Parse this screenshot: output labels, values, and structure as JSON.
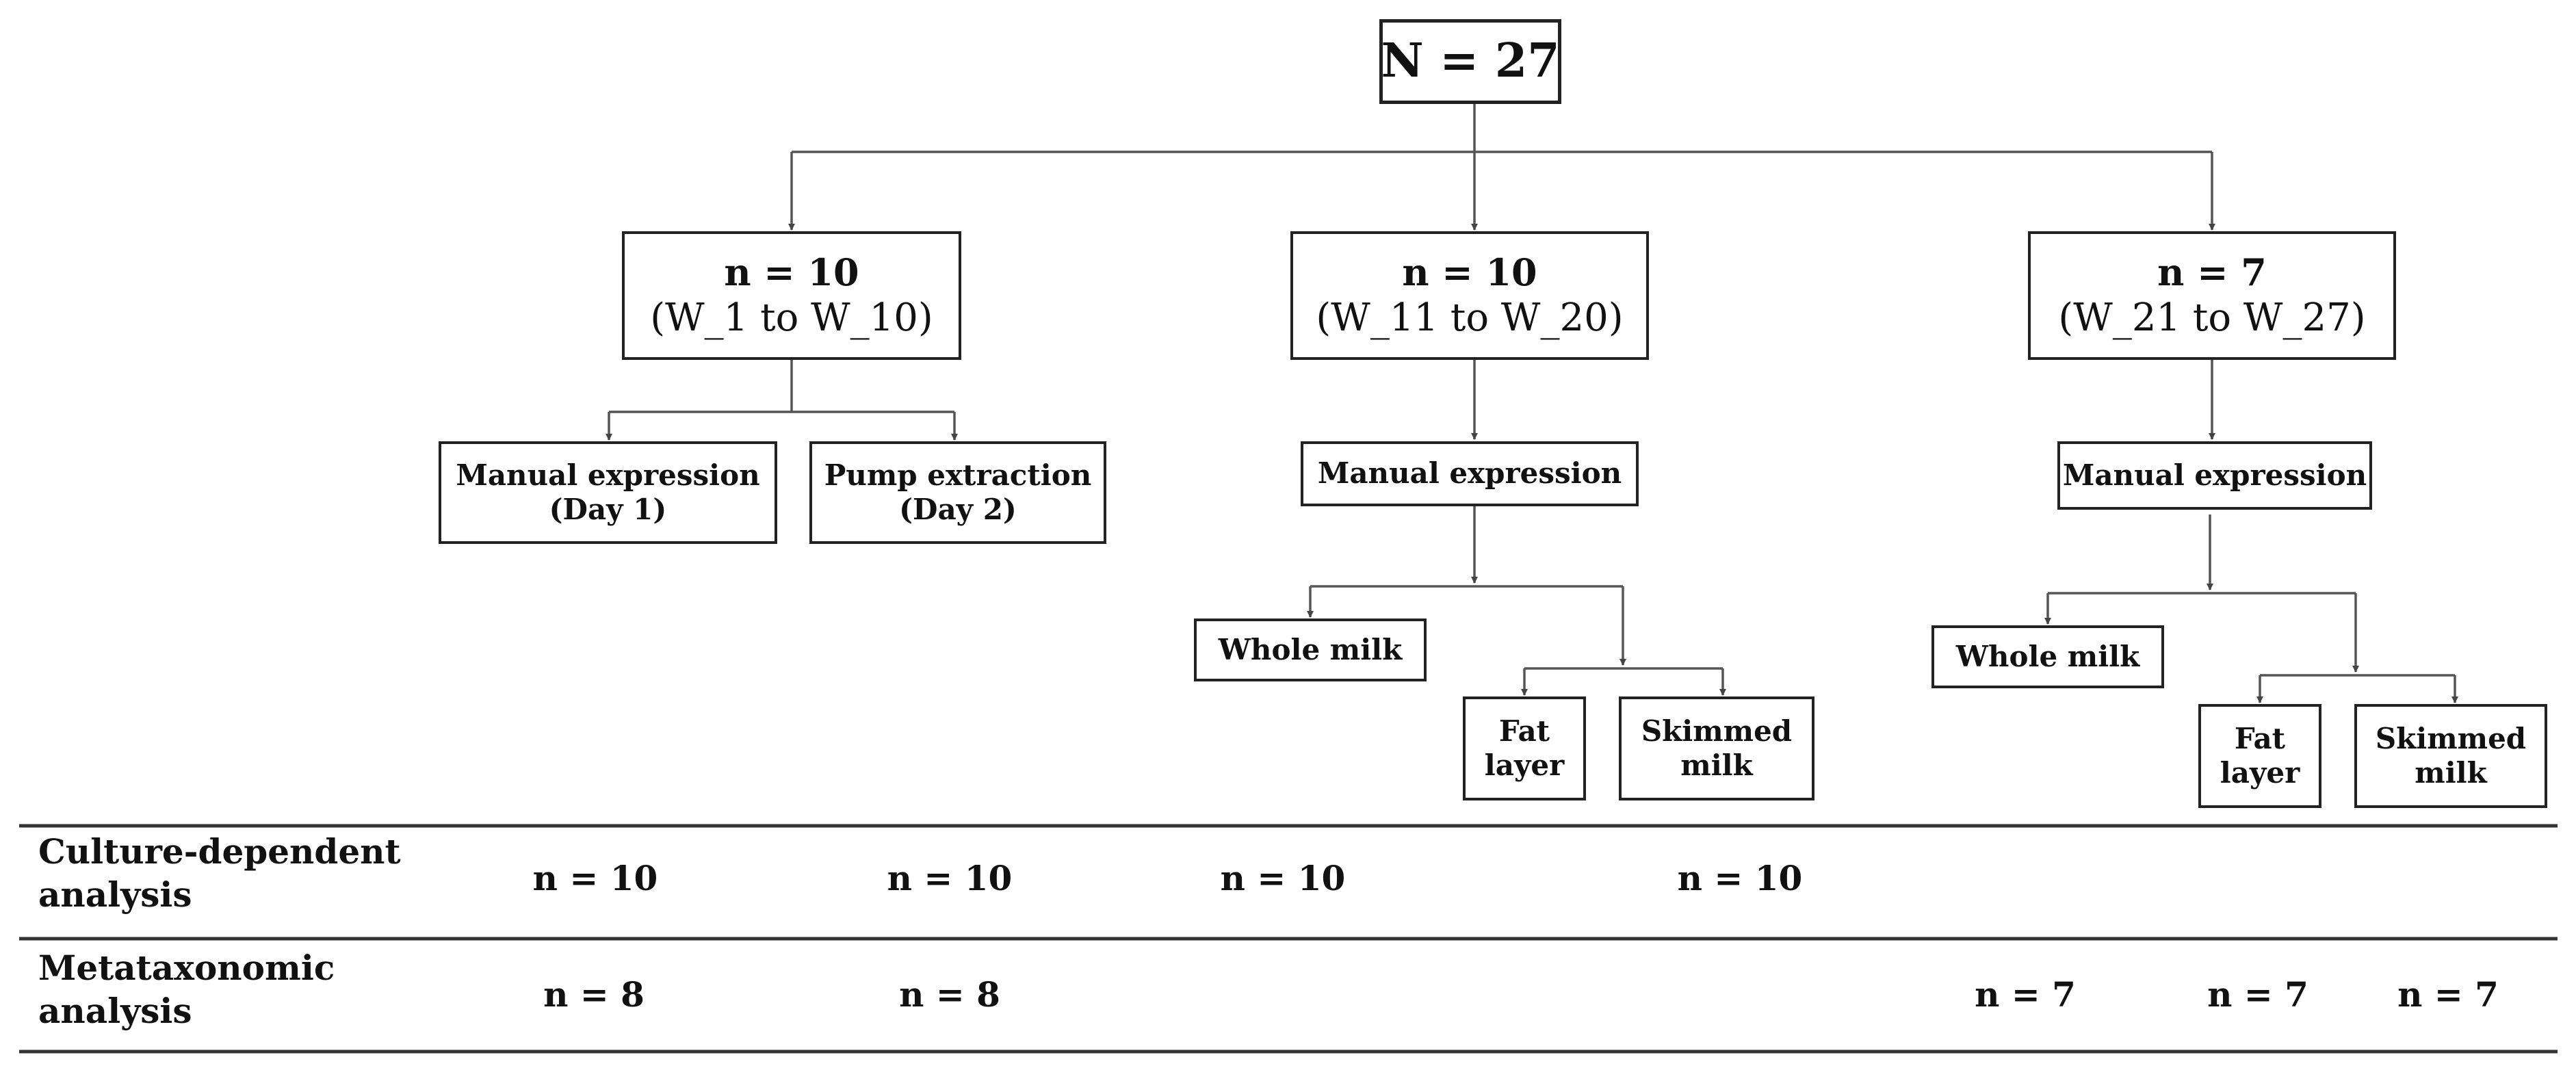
{
  "diagram": {
    "root": "N = 27",
    "groups": [
      {
        "count": "n = 10",
        "range": "(W_1 to W_10)"
      },
      {
        "count": "n = 10",
        "range": "(W_11 to W_20)"
      },
      {
        "count": "n = 7",
        "range": "(W_21 to W_27)"
      }
    ],
    "group1_children": [
      {
        "line1": "Manual expression",
        "line2": "(Day 1)"
      },
      {
        "line1": "Pump extraction",
        "line2": "(Day 2)"
      }
    ],
    "group2": {
      "method": "Manual expression",
      "whole_milk": "Whole milk",
      "fat_layer": [
        "Fat",
        "layer"
      ],
      "skimmed_milk": [
        "Skimmed",
        "milk"
      ]
    },
    "group3": {
      "method": "Manual expression",
      "whole_milk": "Whole milk",
      "fat_layer": [
        "Fat",
        "layer"
      ],
      "skimmed_milk": [
        "Skimmed",
        "milk"
      ]
    }
  },
  "table": {
    "rows": [
      {
        "label": [
          "Culture-dependent",
          "analysis"
        ],
        "values": [
          "n = 10",
          "n = 10",
          "n = 10",
          "n = 10"
        ]
      },
      {
        "label": [
          "Metataxonomic",
          "analysis"
        ],
        "values": [
          "n = 8",
          "n = 8",
          "n = 7",
          "n = 7",
          "n = 7"
        ]
      }
    ]
  }
}
